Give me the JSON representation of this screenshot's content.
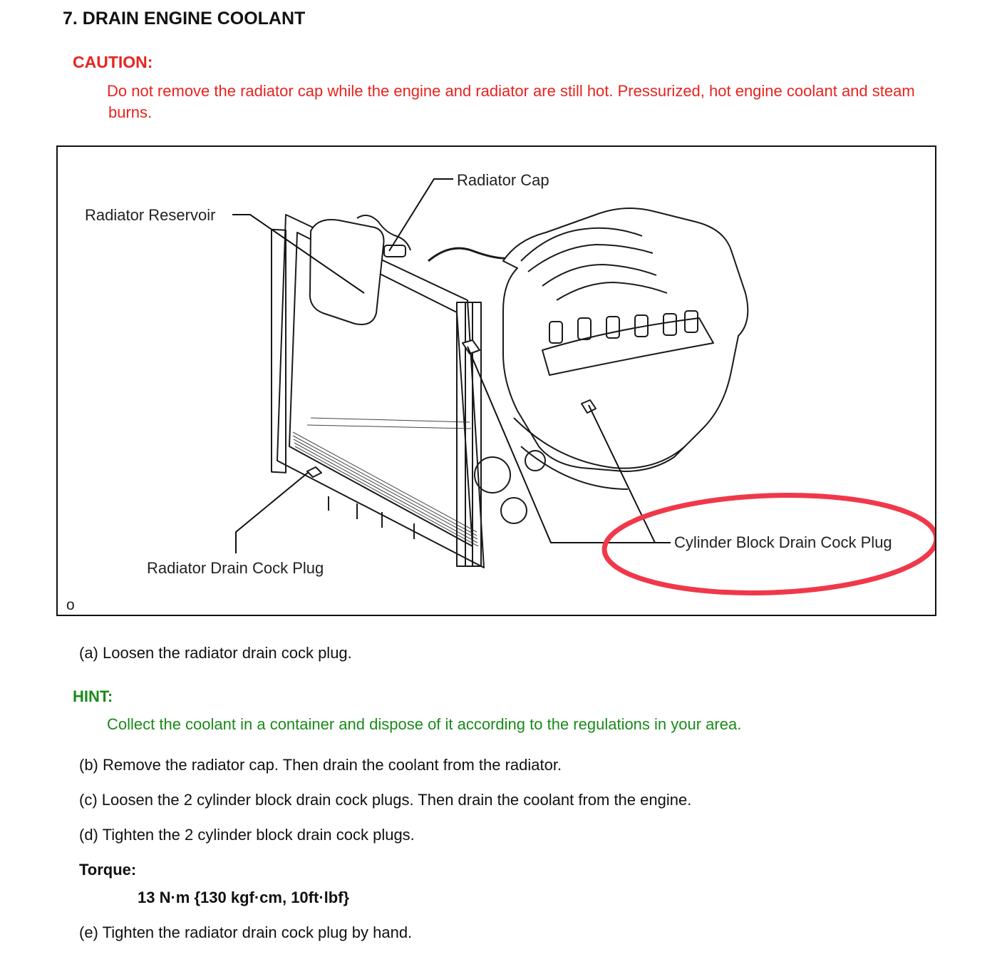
{
  "section": {
    "title": "7. DRAIN ENGINE COOLANT"
  },
  "caution": {
    "heading": "CAUTION:",
    "line1": "Do not remove the radiator cap while the engine and radiator are still hot. Pressurized, hot engine coolant and steam",
    "line2": "burns."
  },
  "figure": {
    "labels": {
      "radiator_cap": "Radiator Cap",
      "radiator_reservoir": "Radiator Reservoir",
      "cylinder_block_drain_cock_plug": "Cylinder Block Drain Cock Plug",
      "radiator_drain_cock_plug": "Radiator Drain Cock Plug"
    },
    "figure_id": "o",
    "highlight_color": "#f0384a"
  },
  "steps": {
    "a": "(a) Loosen the radiator drain cock plug.",
    "b": "(b) Remove the radiator cap. Then drain the coolant from the radiator.",
    "c": "(c) Loosen the 2 cylinder block drain cock plugs. Then drain the coolant from the engine.",
    "d": "(d) Tighten the 2 cylinder block drain cock plugs.",
    "e": "(e) Tighten the radiator drain cock plug by hand."
  },
  "hint": {
    "heading": "HINT:",
    "text": "Collect the coolant in a container and dispose of it according to the regulations in your area."
  },
  "torque": {
    "heading": "Torque:",
    "value": "13 N·m {130 kgf·cm, 10ft·lbf}"
  },
  "colors": {
    "caution": "#e8231f",
    "hint": "#1a8a1a",
    "text": "#111111"
  }
}
